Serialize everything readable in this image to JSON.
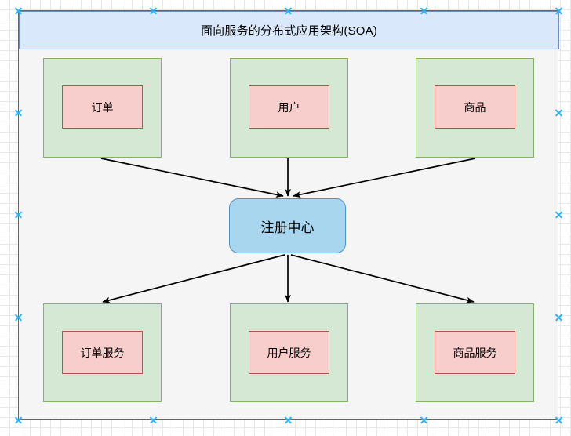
{
  "diagram": {
    "title": "面向服务的分布式应用架构(SOA)",
    "colors": {
      "title_fill": "#dae8fc",
      "title_stroke": "#6c8ebf",
      "group_fill": "#d5e8d4",
      "group_stroke": "#82b366",
      "node_fill": "#f8cecc",
      "node_stroke": "#b85450",
      "registry_fill": "#a9d6ef",
      "registry_stroke": "#4d94c6",
      "frame_stroke": "#666666",
      "canvas_fill": "#f5f5f5",
      "connector_stroke": "#000000",
      "handle_color": "#29b6f6"
    },
    "top_row": [
      {
        "label": "订单"
      },
      {
        "label": "用户"
      },
      {
        "label": "商品"
      }
    ],
    "registry": {
      "label": "注册中心"
    },
    "bottom_row": [
      {
        "label": "订单服务"
      },
      {
        "label": "用户服务"
      },
      {
        "label": "商品服务"
      }
    ],
    "connectors": [
      {
        "from": "订单",
        "to": "注册中心",
        "direction": "down-right"
      },
      {
        "from": "用户",
        "to": "注册中心",
        "direction": "down"
      },
      {
        "from": "商品",
        "to": "注册中心",
        "direction": "down-left"
      },
      {
        "from": "注册中心",
        "to": "订单服务",
        "direction": "down-left"
      },
      {
        "from": "注册中心",
        "to": "用户服务",
        "direction": "down"
      },
      {
        "from": "注册中心",
        "to": "商品服务",
        "direction": "down-right"
      }
    ]
  }
}
